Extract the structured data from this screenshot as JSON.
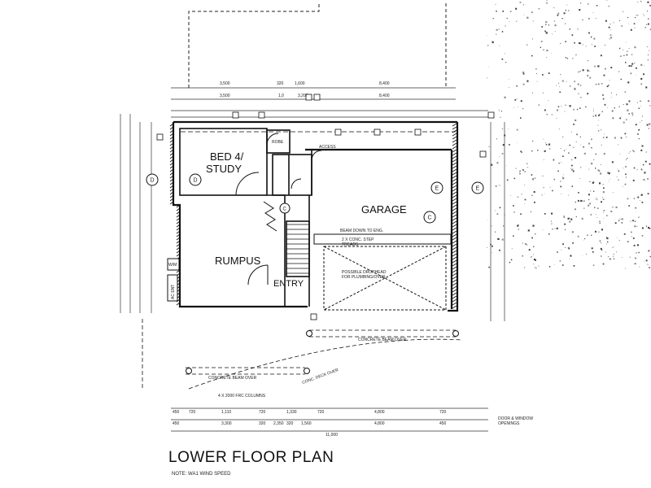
{
  "title": "LOWER FLOOR PLAN",
  "note": "NOTE: WA1 WIND SPEED",
  "rooms": {
    "bed": "BED 4/",
    "study": "STUDY",
    "rumpus": "RUMPUS",
    "garage": "GARAGE",
    "entry": "ENTRY"
  },
  "labels": {
    "robe": "ROBE",
    "access": "ACCESS",
    "beam_down": "BEAM DOWN TO ENG.",
    "conc_step_1": "2 X CONC. STEP",
    "conc_step_2": "TREADS",
    "possible_1": "POSSIBLE DROPHEAD",
    "possible_2": "FOR PLUMBING/OVER",
    "conc_beam_over_1": "CONCRETE BEAM OVER",
    "conc_beam_over_2": "CONCRETE BEAM OVER",
    "conc_deck_over": "CONC. DECK OVER",
    "frc_columns": "4 X 2000 FRC COLUMNS",
    "door_window_1": "DOOR & WINDOW",
    "door_window_2": "OPENINGS",
    "wm": "W/M",
    "acent": "AC ENT"
  },
  "markers": [
    "D",
    "D",
    "E",
    "E",
    "C",
    "C"
  ],
  "dims_top_1": [
    "3,500",
    "320",
    "1,600",
    "8,400"
  ],
  "dims_top_2": [
    "3,500",
    "1,0",
    "3,200",
    "8,400"
  ],
  "dims_bottom_1": [
    "450",
    "720",
    "1,110",
    "720",
    "1,330",
    "720",
    "4,800",
    "720"
  ],
  "dims_bottom_2": [
    "450",
    "3,300",
    "320",
    "2,350",
    "320",
    "1,560",
    "4,800",
    "450"
  ],
  "dims_total": "11,000"
}
